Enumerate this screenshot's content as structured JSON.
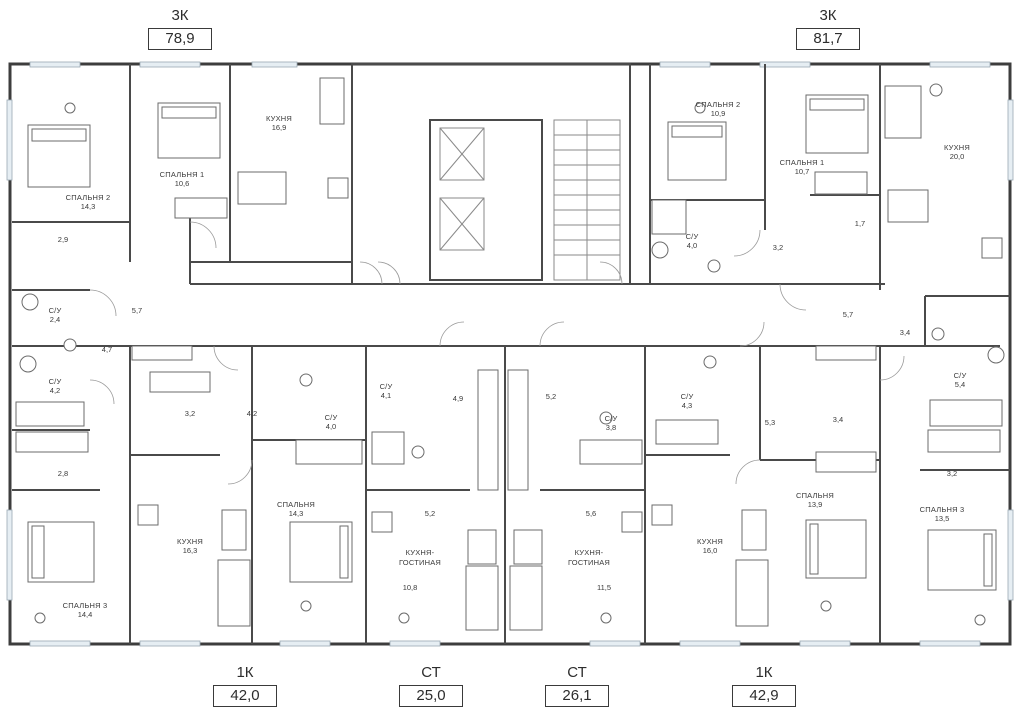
{
  "apartments": [
    {
      "id": "top-left",
      "type": "3К",
      "area": "78,9"
    },
    {
      "id": "top-right",
      "type": "3К",
      "area": "81,7"
    },
    {
      "id": "bottom-1",
      "type": "1К",
      "area": "42,0"
    },
    {
      "id": "bottom-2",
      "type": "СТ",
      "area": "25,0"
    },
    {
      "id": "bottom-3",
      "type": "СТ",
      "area": "26,1"
    },
    {
      "id": "bottom-4",
      "type": "1К",
      "area": "42,9"
    }
  ],
  "rooms": {
    "tl_bed2": {
      "name": "СПАЛЬНЯ 2",
      "area": "14,3"
    },
    "tl_bed1": {
      "name": "СПАЛЬНЯ 1",
      "area": "10,6"
    },
    "tl_kitchen": {
      "name": "КУХНЯ",
      "area": "16,9"
    },
    "tl_closet": {
      "area": "2,9"
    },
    "tl_wc": {
      "name": "С/У",
      "area": "2,4"
    },
    "tl_hall": {
      "area": "5,7"
    },
    "tr_bed2": {
      "name": "СПАЛЬНЯ 2",
      "area": "10,9"
    },
    "tr_bed1": {
      "name": "СПАЛЬНЯ 1",
      "area": "10,7"
    },
    "tr_kitchen": {
      "name": "КУХНЯ",
      "area": "20,0"
    },
    "tr_closet": {
      "area": "1,7"
    },
    "tr_wc": {
      "name": "С/У",
      "area": "4,0"
    },
    "tr_corr": {
      "area": "3,2"
    },
    "tr_hall": {
      "area": "5,7"
    },
    "tr_hall2": {
      "area": "3,4"
    },
    "tr_wc2": {
      "name": "С/У",
      "area": "5,4"
    },
    "bl_hall": {
      "area": "4,7"
    },
    "bl_wc": {
      "name": "С/У",
      "area": "4,2"
    },
    "bl_closet": {
      "area": "2,8"
    },
    "bl_bed3": {
      "name": "СПАЛЬНЯ 3",
      "area": "14,4"
    },
    "k1_closet": {
      "area": "3,2"
    },
    "k1_hall": {
      "area": "4,2"
    },
    "k1_wc": {
      "name": "С/У",
      "area": "4,0"
    },
    "k1_kitchen": {
      "name": "КУХНЯ",
      "area": "16,3"
    },
    "k1_bed": {
      "name": "СПАЛЬНЯ",
      "area": "14,3"
    },
    "st1_wc": {
      "name": "С/У",
      "area": "4,1"
    },
    "st1_hall": {
      "area": "4,9"
    },
    "st1_entry": {
      "area": "5,2"
    },
    "st1_living": {
      "name": "КУХНЯ-",
      "name2": "ГОСТИНАЯ",
      "area": "10,8"
    },
    "st2_hall": {
      "area": "5,2"
    },
    "st2_wc": {
      "name": "С/У",
      "area": "3,8"
    },
    "st2_entry": {
      "area": "5,6"
    },
    "st2_living": {
      "name": "КУХНЯ-",
      "name2": "ГОСТИНАЯ",
      "area": "11,5"
    },
    "k2_wc": {
      "name": "С/У",
      "area": "4,3"
    },
    "k2_hall": {
      "area": "5,3"
    },
    "k2_kitchen": {
      "name": "КУХНЯ",
      "area": "16,0"
    },
    "k2_bed": {
      "name": "СПАЛЬНЯ",
      "area": "13,9"
    },
    "br_closet": {
      "area": "3,4"
    },
    "br_closet2": {
      "area": "3,2"
    },
    "br_bed3": {
      "name": "СПАЛЬНЯ 3",
      "area": "13,5"
    }
  }
}
